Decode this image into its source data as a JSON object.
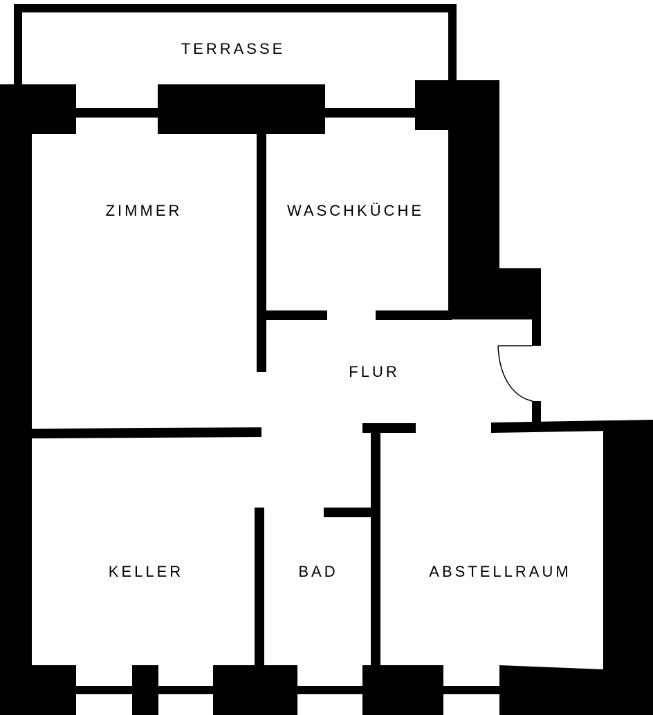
{
  "floorplan": {
    "wall_color": "#000000",
    "background_color": "#ffffff",
    "rooms": {
      "terrasse": "TERRASSE",
      "zimmer": "ZIMMER",
      "waschkueche": "WASCHKÜCHE",
      "flur": "FLUR",
      "keller": "KELLER",
      "bad": "BAD",
      "abstellraum": "ABSTELLRAUM"
    }
  }
}
